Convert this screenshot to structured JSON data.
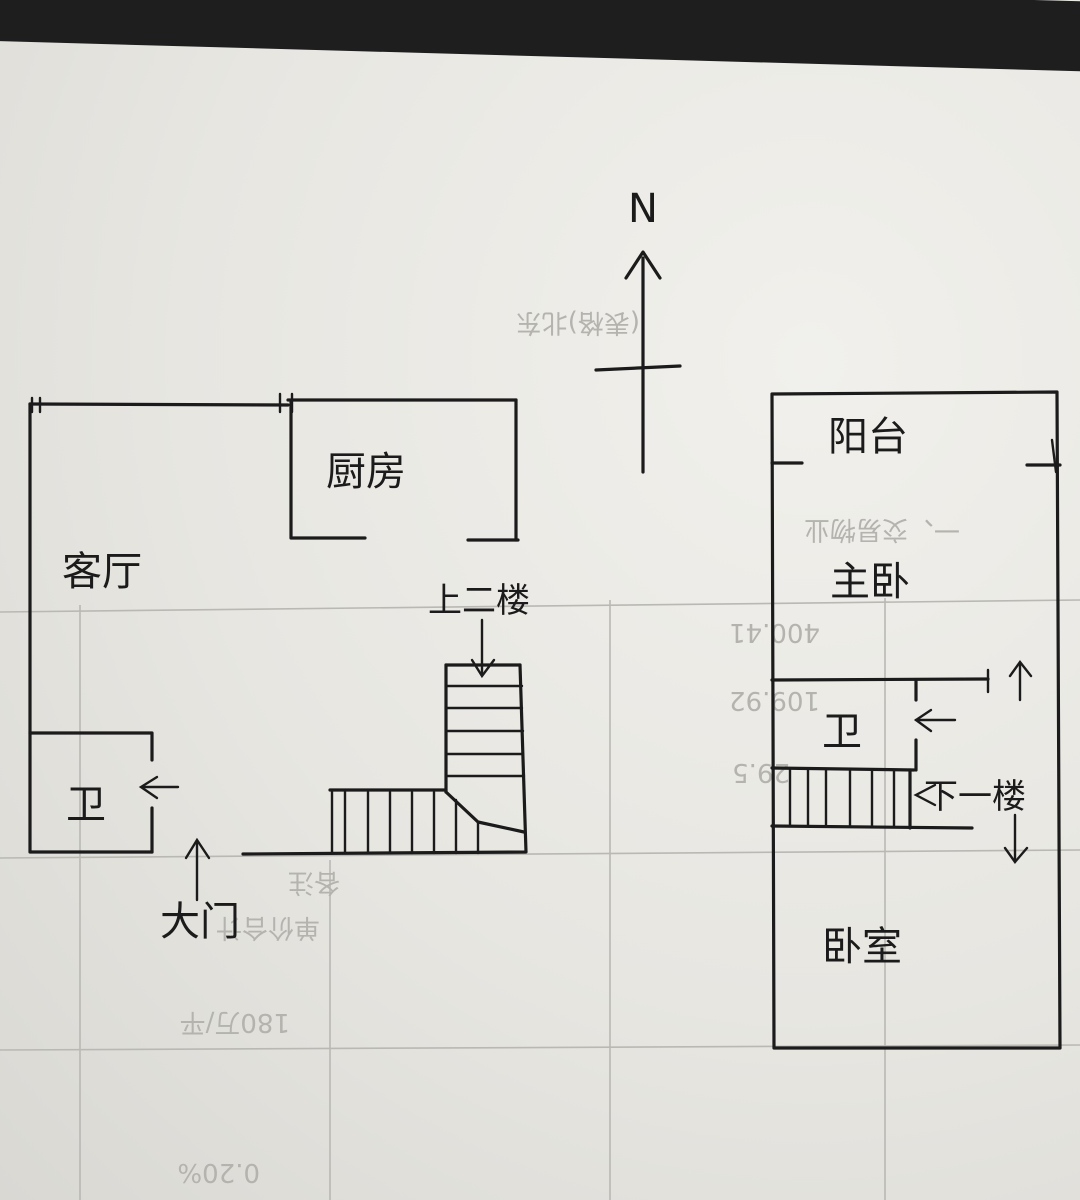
{
  "compass": {
    "north_label": "N"
  },
  "ground_floor": {
    "rooms": {
      "living_room": "客厅",
      "kitchen": "厨房",
      "bathroom": "卫"
    },
    "stairs_label": "上二楼",
    "entrance_label": "大门"
  },
  "upper_floor": {
    "rooms": {
      "balcony": "阳台",
      "master_bedroom": "主卧",
      "bathroom": "卫",
      "bedroom": "卧室"
    },
    "stairs_label": "下一楼"
  },
  "background_print": {
    "lines": [
      "(表格)北东",
      "一、交易物业"
    ],
    "handwritten_numbers": [
      "400.41",
      "109.92",
      "29.5"
    ],
    "cells": [
      "各注",
      "单价合计",
      "180万/平",
      "0.20%"
    ]
  },
  "colors": {
    "ink": "#1b1b1b",
    "paper": "#e9e8e3",
    "ghost": "#b4b3ae"
  }
}
